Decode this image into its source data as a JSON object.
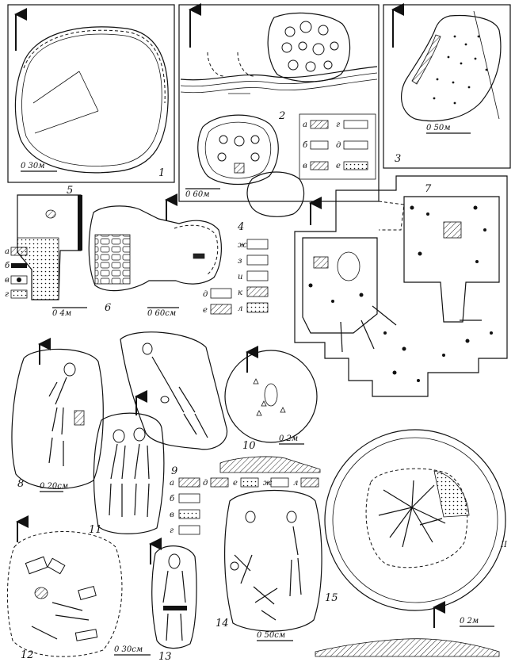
{
  "panels": [
    {
      "id": "p1",
      "number": "1",
      "scale": "0  30м"
    },
    {
      "id": "p2",
      "number": "2",
      "scale": "0  60м"
    },
    {
      "id": "p3",
      "number": "3",
      "scale": "0  50м"
    },
    {
      "id": "p4",
      "number": "4",
      "scale": ""
    },
    {
      "id": "p5",
      "number": "5",
      "scale": "0  4м"
    },
    {
      "id": "p6",
      "number": "6",
      "scale": "0  60см"
    },
    {
      "id": "p7",
      "number": "7",
      "scale": ""
    },
    {
      "id": "p8",
      "number": "8",
      "scale": "0  20см"
    },
    {
      "id": "p9",
      "number": "9",
      "scale": ""
    },
    {
      "id": "p10",
      "number": "10",
      "scale": "0  2м"
    },
    {
      "id": "p11",
      "number": "11",
      "scale": ""
    },
    {
      "id": "p12",
      "number": "12",
      "scale": ""
    },
    {
      "id": "p13",
      "number": "13",
      "scale": "0  30см"
    },
    {
      "id": "p14",
      "number": "14",
      "scale": "0  50см"
    },
    {
      "id": "p15",
      "number": "15",
      "scale": "0  2м"
    }
  ],
  "legend_2": [
    "а",
    "б",
    "в",
    "г",
    "д",
    "е"
  ],
  "legend_5": [
    "а",
    "б",
    "в",
    "г"
  ],
  "legend_4": [
    "д",
    "е",
    "ж",
    "з",
    "и",
    "к",
    "л"
  ],
  "legend_9": [
    "а",
    "б",
    "в",
    "г",
    "д",
    "е",
    "ж",
    "л"
  ],
  "label_15_side": "II"
}
